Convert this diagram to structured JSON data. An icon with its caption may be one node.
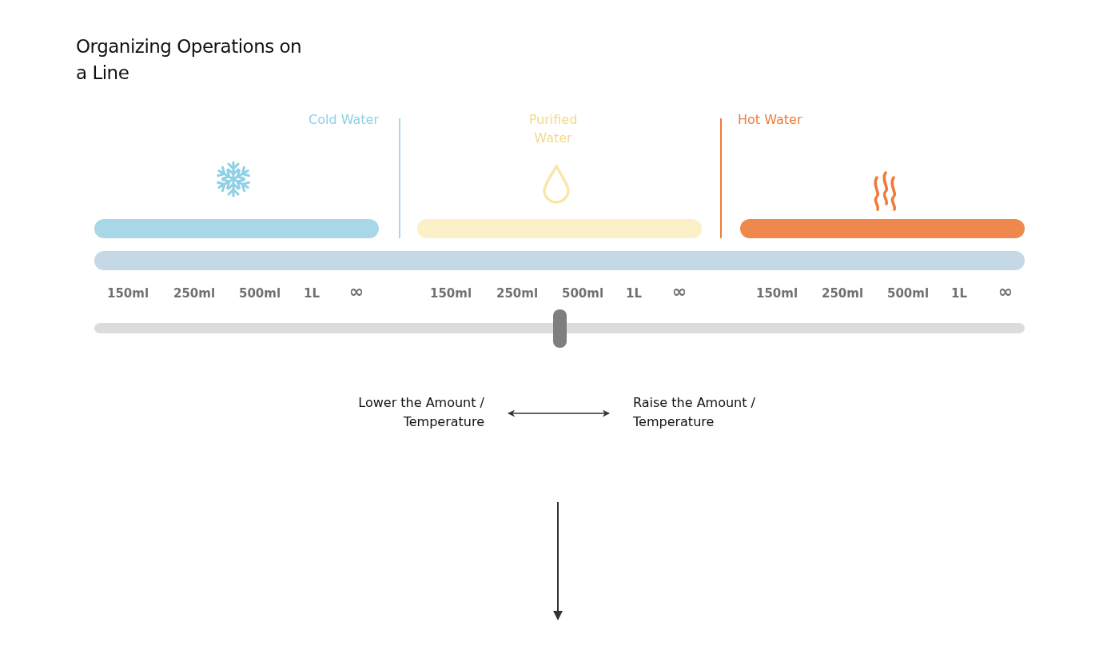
{
  "diagram": {
    "title": "Organizing Operations on a Line",
    "nodes": [
      {
        "text": [
          "Lower the Amount / Temperature"
        ]
      },
      {
        "text": [
          "Raise the Amount / Temperature"
        ]
      },
      {
        "text": [],
        "shape": "bar"
      },
      {
        "text": [],
        "shape": "bar"
      },
      {
        "text": [],
        "shape": "bar"
      },
      {
        "text": [],
        "shape": "bar"
      }
    ],
    "edges": [
      {
        "from": 0,
        "to": 1,
        "arrow": "both"
      }
    ],
    "labels": [
      "Cold Water",
      "Purified Water",
      "Hot Water",
      "150ml",
      "250ml",
      "500ml",
      "1L",
      "∞",
      "150ml",
      "250ml",
      "500ml",
      "1L",
      "∞",
      "150ml",
      "250ml",
      "500ml",
      "1L",
      "∞"
    ]
  }
}
